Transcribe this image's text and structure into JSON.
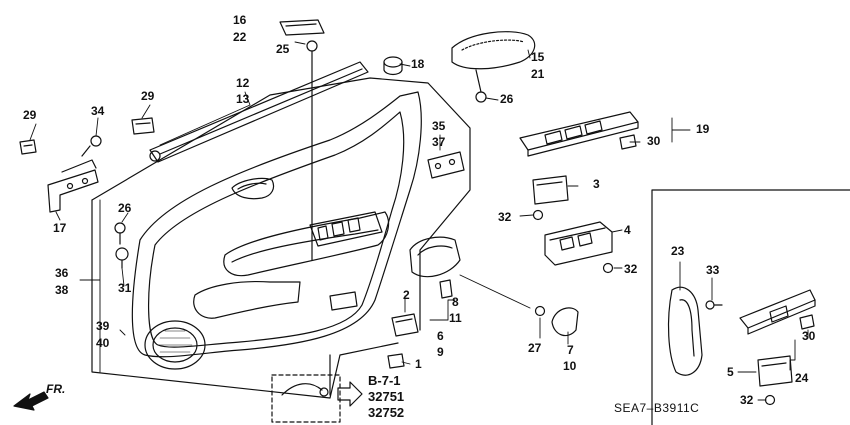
{
  "diagram": {
    "code": "SEA7–B3911C",
    "direction_label": "FR.",
    "reference": {
      "page": "B-7-1",
      "parts": [
        "32751",
        "32752"
      ]
    },
    "callouts": {
      "c1": "1",
      "c2": "2",
      "c3": "3",
      "c4": "4",
      "c5": "5",
      "c6": "6",
      "c7": "7",
      "c8": "8",
      "c9": "9",
      "c10": "10",
      "c11": "11",
      "c12": "12",
      "c13": "13",
      "c15": "15",
      "c16": "16",
      "c17": "17",
      "c18": "18",
      "c19": "19",
      "c21": "21",
      "c22": "22",
      "c23": "23",
      "c24": "24",
      "c25": "25",
      "c26a": "26",
      "c26b": "26",
      "c27": "27",
      "c29a": "29",
      "c29b": "29",
      "c30a": "30",
      "c30b": "30",
      "c31": "31",
      "c32a": "32",
      "c32b": "32",
      "c32c": "32",
      "c33": "33",
      "c34": "34",
      "c35": "35",
      "c36": "36",
      "c37": "37",
      "c38": "38",
      "c39": "39",
      "c40": "40"
    }
  }
}
